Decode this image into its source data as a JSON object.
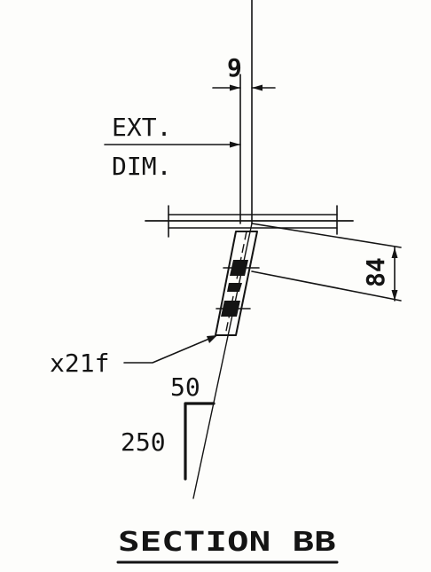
{
  "drawing": {
    "title": "SECTION BB",
    "labels": {
      "gap": "9",
      "ext_line1": "EXT.",
      "ext_line2": "DIM.",
      "offset": "84",
      "bolt_callout": "x21f",
      "angle_leg_short": "50",
      "angle_leg_long": "250"
    },
    "colors": {
      "ink": "#141414",
      "paper": "#fdfdfb"
    }
  }
}
